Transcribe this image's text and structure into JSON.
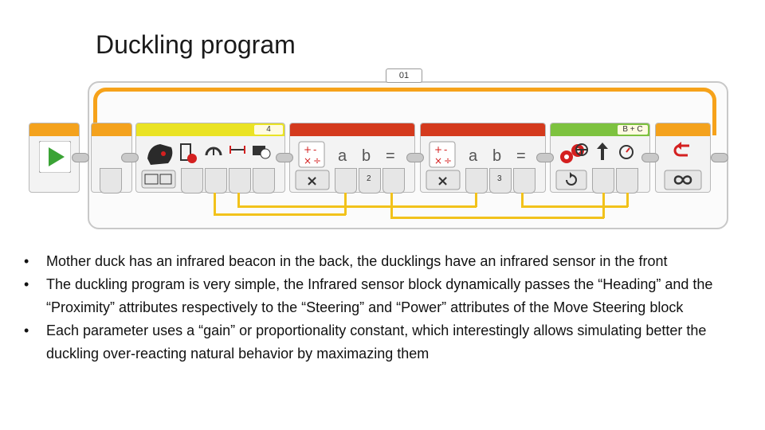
{
  "slide": {
    "title": "Duckling program"
  },
  "program": {
    "loop_name": "01",
    "infrared_block": {
      "port": "4",
      "output_numbers": [
        "1"
      ]
    },
    "math_block_1": {
      "label_a": "a",
      "label_b": "b",
      "equals": "=",
      "b_value": "2"
    },
    "math_block_2": {
      "label_a": "a",
      "label_b": "b",
      "equals": "=",
      "b_value": "3"
    },
    "move_steering_block": {
      "ports": "B + C"
    },
    "colors": {
      "loop_wire": "#f6a21a",
      "data_wire": "#f2c21b",
      "start_green": "#3aa335",
      "sensor_yellow": "#eae324",
      "math_red": "#d43a1d",
      "motor_green": "#7dc23f"
    }
  },
  "bullets": [
    "Mother duck has an infrared beacon in the back, the ducklings have an infrared sensor in the front",
    "The duckling program is very simple, the Infrared sensor block dynamically passes the “Heading” and the “Proximity” attributes respectively to the “Steering” and “Power” attributes of the Move Steering block",
    "Each parameter uses a “gain” or proportionality constant, which interestingly allows simulating better the duckling over-reacting natural behavior by maximazing them"
  ]
}
